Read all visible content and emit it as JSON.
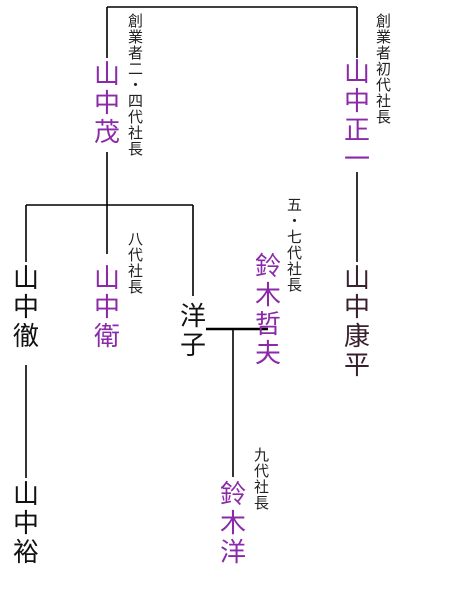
{
  "colors": {
    "purple": "#8b2aa8",
    "black": "#111111",
    "brown": "#3a1f2e",
    "line": "#000000"
  },
  "people": {
    "shigeru": {
      "name": "山中茂",
      "title": "創業者二・四代社長"
    },
    "shoichi": {
      "name": "山中正一",
      "title": "創業者初代社長"
    },
    "toru": {
      "name": "山中徹",
      "title": ""
    },
    "mamoru": {
      "name": "山中衛",
      "title": "八代社長"
    },
    "yoko": {
      "name": "洋子",
      "title": ""
    },
    "tetsuo": {
      "name": "鈴木哲夫",
      "title": "五・七代社長"
    },
    "kohei": {
      "name": "山中康平",
      "title": ""
    },
    "yutaka": {
      "name": "山中裕",
      "title": ""
    },
    "hiroshi": {
      "name": "鈴木洋",
      "title": "九代社長"
    }
  }
}
